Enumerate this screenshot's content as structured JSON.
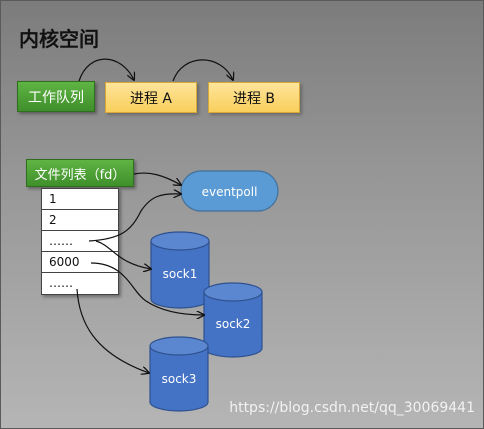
{
  "title": "内核空间",
  "work_queue": {
    "label": "工作队列"
  },
  "processes": [
    {
      "label": "进程 A"
    },
    {
      "label": "进程 B"
    }
  ],
  "file_list": {
    "header": "文件列表（fd）",
    "rows": [
      "1",
      "2",
      "……",
      "6000",
      "……"
    ]
  },
  "eventpoll": {
    "label": "eventpoll",
    "color": "#5b9bd5"
  },
  "sockets": [
    {
      "label": "sock1"
    },
    {
      "label": "sock2"
    },
    {
      "label": "sock3"
    }
  ],
  "colors": {
    "cylinder": "#4472c4",
    "cylinder_top": "#5b86d0"
  },
  "watermark": "https://blog.csdn.net/qq_30069441"
}
